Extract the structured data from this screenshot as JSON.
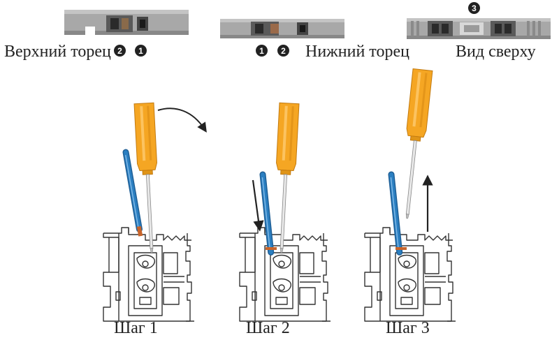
{
  "views": {
    "top_end": {
      "label": "Верхний торец",
      "badges": [
        "2",
        "1"
      ]
    },
    "bottom_end": {
      "label": "Нижний торец",
      "badges": [
        "1",
        "2"
      ]
    },
    "top_view": {
      "label": "Вид сверху",
      "badges": [
        "3"
      ]
    }
  },
  "steps": [
    {
      "label": "Шаг 1",
      "motion": "rotate"
    },
    {
      "label": "Шаг 2",
      "motion": "insert-down"
    },
    {
      "label": "Шаг 3",
      "motion": "withdraw-up"
    }
  ],
  "colors": {
    "screwdriver_handle": "#f5a623",
    "screwdriver_handle_dark": "#d88a12",
    "wire_insulation": "#2b7fc1",
    "wire_core": "#c8642a",
    "terminal_gray": "#9a9a9a",
    "outline": "#333333"
  }
}
